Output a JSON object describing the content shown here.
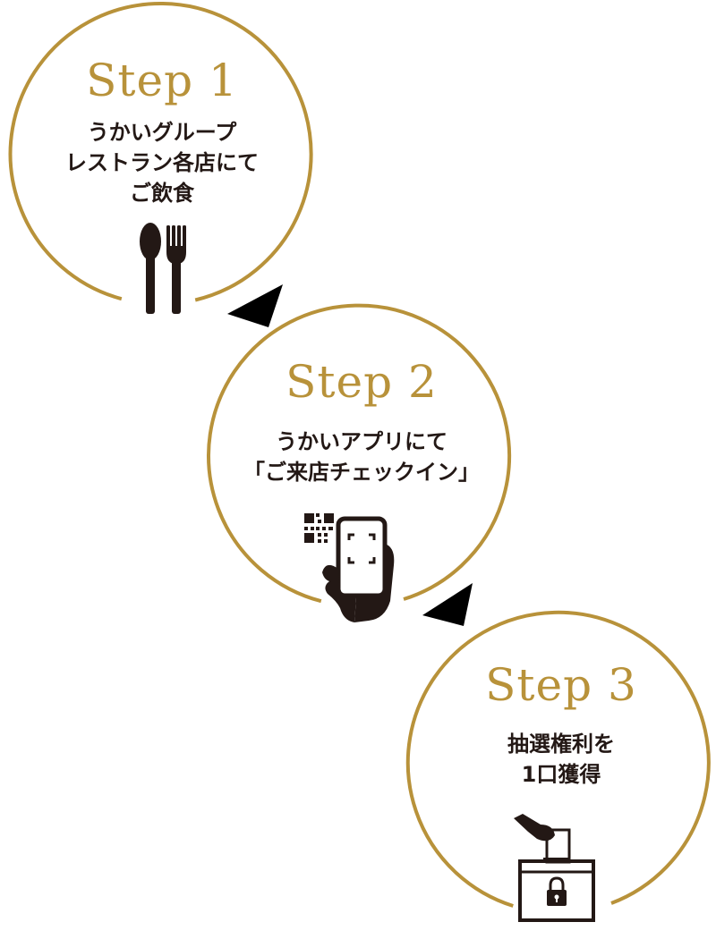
{
  "colors": {
    "gold": "#b8923a",
    "ink": "#231815",
    "arrow": "#000000"
  },
  "steps": [
    {
      "label": "Step 1",
      "lines": [
        "うかいグループ",
        "レストラン各店にて",
        "ご飲食"
      ],
      "icon": "fork-spoon-icon"
    },
    {
      "label": "Step 2",
      "lines": [
        "うかいアプリにて",
        "「ご来店チェックイン」"
      ],
      "icon": "phone-qr-checkin-icon"
    },
    {
      "label": "Step 3",
      "lines": [
        "抽選権利を",
        "1口獲得"
      ],
      "icon": "ballot-box-icon"
    }
  ]
}
